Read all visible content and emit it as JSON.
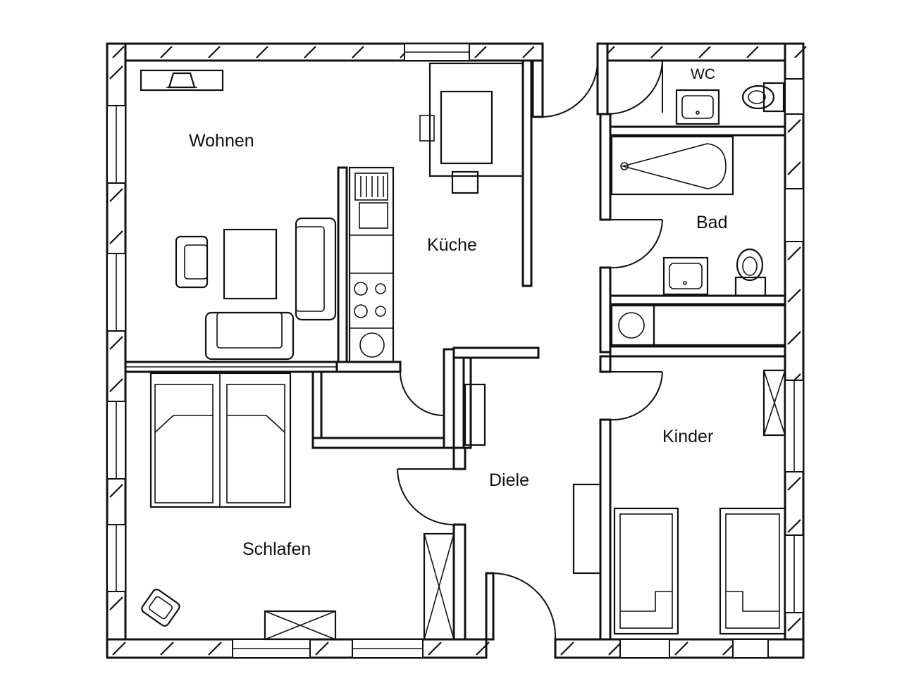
{
  "plan": {
    "rooms": {
      "wohnen": "Wohnen",
      "kueche": "Küche",
      "wc": "WC",
      "bad": "Bad",
      "kinder": "Kinder",
      "diele": "Diele",
      "schlafen": "Schlafen"
    }
  }
}
